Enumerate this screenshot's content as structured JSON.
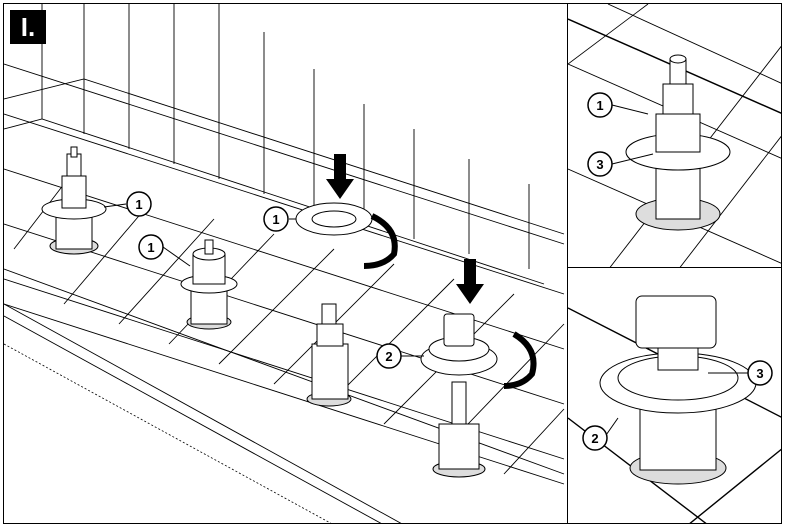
{
  "step_label": "I.",
  "callouts": {
    "main_valve_left": "1",
    "main_valve_mid": "1",
    "main_trim_plate": "1",
    "main_handle_sleeve": "2",
    "top_detail_sleeve": "1",
    "top_detail_screw": "3",
    "bottom_detail_sleeve": "2",
    "bottom_detail_screw": "3"
  }
}
